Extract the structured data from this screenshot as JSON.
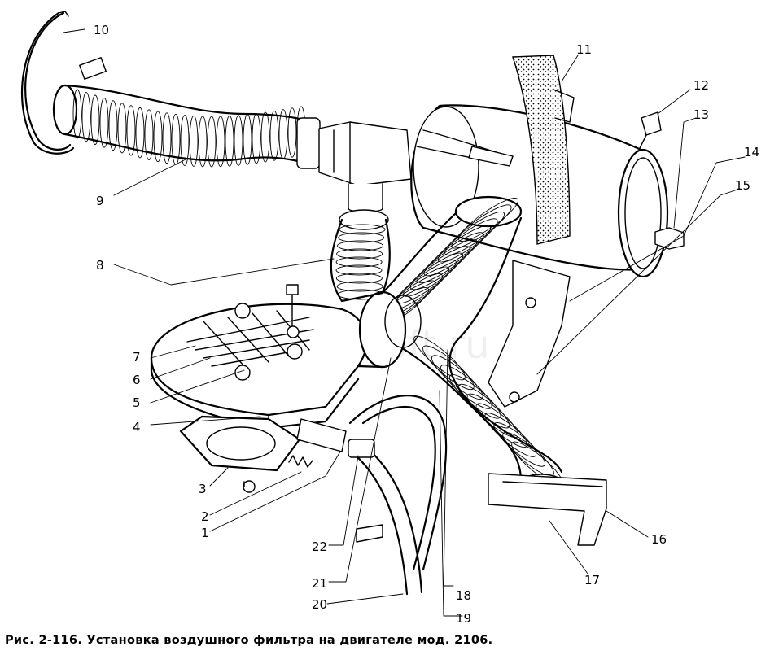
{
  "figure": {
    "caption": "Рис. 2-116. Установка воздушного фильтра на двигателе мод. 2106.",
    "watermark": "AutoSoft.ru"
  },
  "callouts": {
    "c1": "1",
    "c2": "2",
    "c3": "3",
    "c4": "4",
    "c5": "5",
    "c6": "6",
    "c7": "7",
    "c8": "8",
    "c9": "9",
    "c10": "10",
    "c11": "11",
    "c12": "12",
    "c13": "13",
    "c14": "14",
    "c15": "15",
    "c16": "16",
    "c17": "17",
    "c18": "18",
    "c19": "19",
    "c20": "20",
    "c21": "21",
    "c22": "22"
  }
}
